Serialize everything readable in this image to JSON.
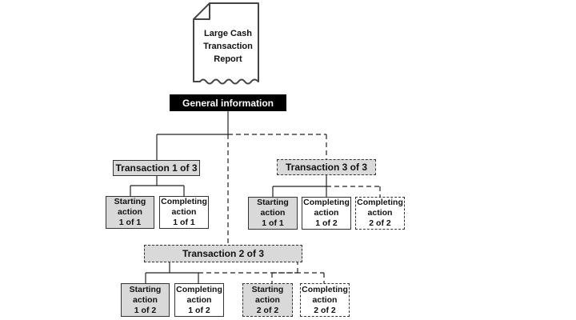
{
  "report": {
    "lines": [
      "Large Cash",
      "Transaction",
      "Report"
    ]
  },
  "general_information": "General information",
  "transactions": {
    "t1": {
      "label": "Transaction 1 of 3",
      "start": {
        "l1": "Starting",
        "l2": "action",
        "l3": "1 of 1"
      },
      "complete": {
        "l1": "Completing",
        "l2": "action",
        "l3": "1 of 1"
      }
    },
    "t2": {
      "label": "Transaction 2 of 3",
      "start1": {
        "l1": "Starting",
        "l2": "action",
        "l3": "1 of 2"
      },
      "complete1": {
        "l1": "Completing",
        "l2": "action",
        "l3": "1 of 2"
      },
      "start2": {
        "l1": "Starting",
        "l2": "action",
        "l3": "2 of 2"
      },
      "complete2": {
        "l1": "Completing",
        "l2": "action",
        "l3": "2  of 2"
      }
    },
    "t3": {
      "label": "Transaction 3 of 3",
      "start": {
        "l1": "Starting",
        "l2": "action",
        "l3": "1 of 1"
      },
      "complete1": {
        "l1": "Completing",
        "l2": "action",
        "l3": "1 of 2"
      },
      "complete2": {
        "l1": "Completing",
        "l2": "action",
        "l3": "2  of 2"
      }
    }
  }
}
